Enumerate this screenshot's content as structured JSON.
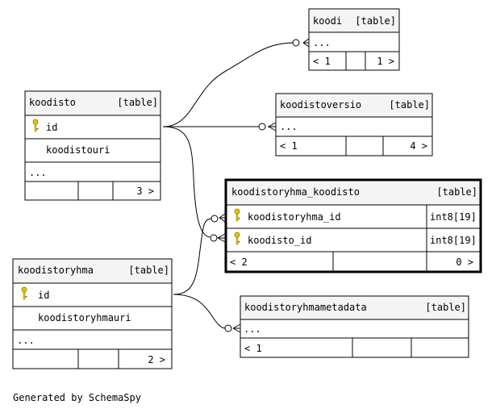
{
  "tables": {
    "koodi": {
      "name": "koodi",
      "kind": "[table]",
      "rows": [
        "..."
      ],
      "footer": {
        "parents": "< 1",
        "children": "1 >"
      }
    },
    "koodisto": {
      "name": "koodisto",
      "kind": "[table]",
      "rows": [
        "id",
        "koodistouri",
        "..."
      ],
      "footer": {
        "children": "3 >"
      }
    },
    "koodistoversio": {
      "name": "koodistoversio",
      "kind": "[table]",
      "rows": [
        "..."
      ],
      "footer": {
        "parents": "< 1",
        "children": "4 >"
      }
    },
    "koodistoryhma_koodisto": {
      "name": "koodistoryhma_koodisto",
      "kind": "[table]",
      "rows": [
        {
          "name": "koodistoryhma_id",
          "type": "int8[19]"
        },
        {
          "name": "koodisto_id",
          "type": "int8[19]"
        }
      ],
      "footer": {
        "parents": "< 2",
        "children": "0 >"
      }
    },
    "koodistoryhma": {
      "name": "koodistoryhma",
      "kind": "[table]",
      "rows": [
        "id",
        "koodistoryhmauri",
        "..."
      ],
      "footer": {
        "children": "2 >"
      }
    },
    "koodistoryhmametadata": {
      "name": "koodistoryhmametadata",
      "kind": "[table]",
      "rows": [
        "..."
      ],
      "footer": {
        "parents": "< 1"
      }
    }
  },
  "footer_text": "Generated by SchemaSpy",
  "colors": {
    "header_bg": "#f4f4f4",
    "key_icon": "#e6c800",
    "line": "#000000",
    "background": "#ffffff"
  },
  "icons": {
    "primary_key": "key-icon"
  }
}
